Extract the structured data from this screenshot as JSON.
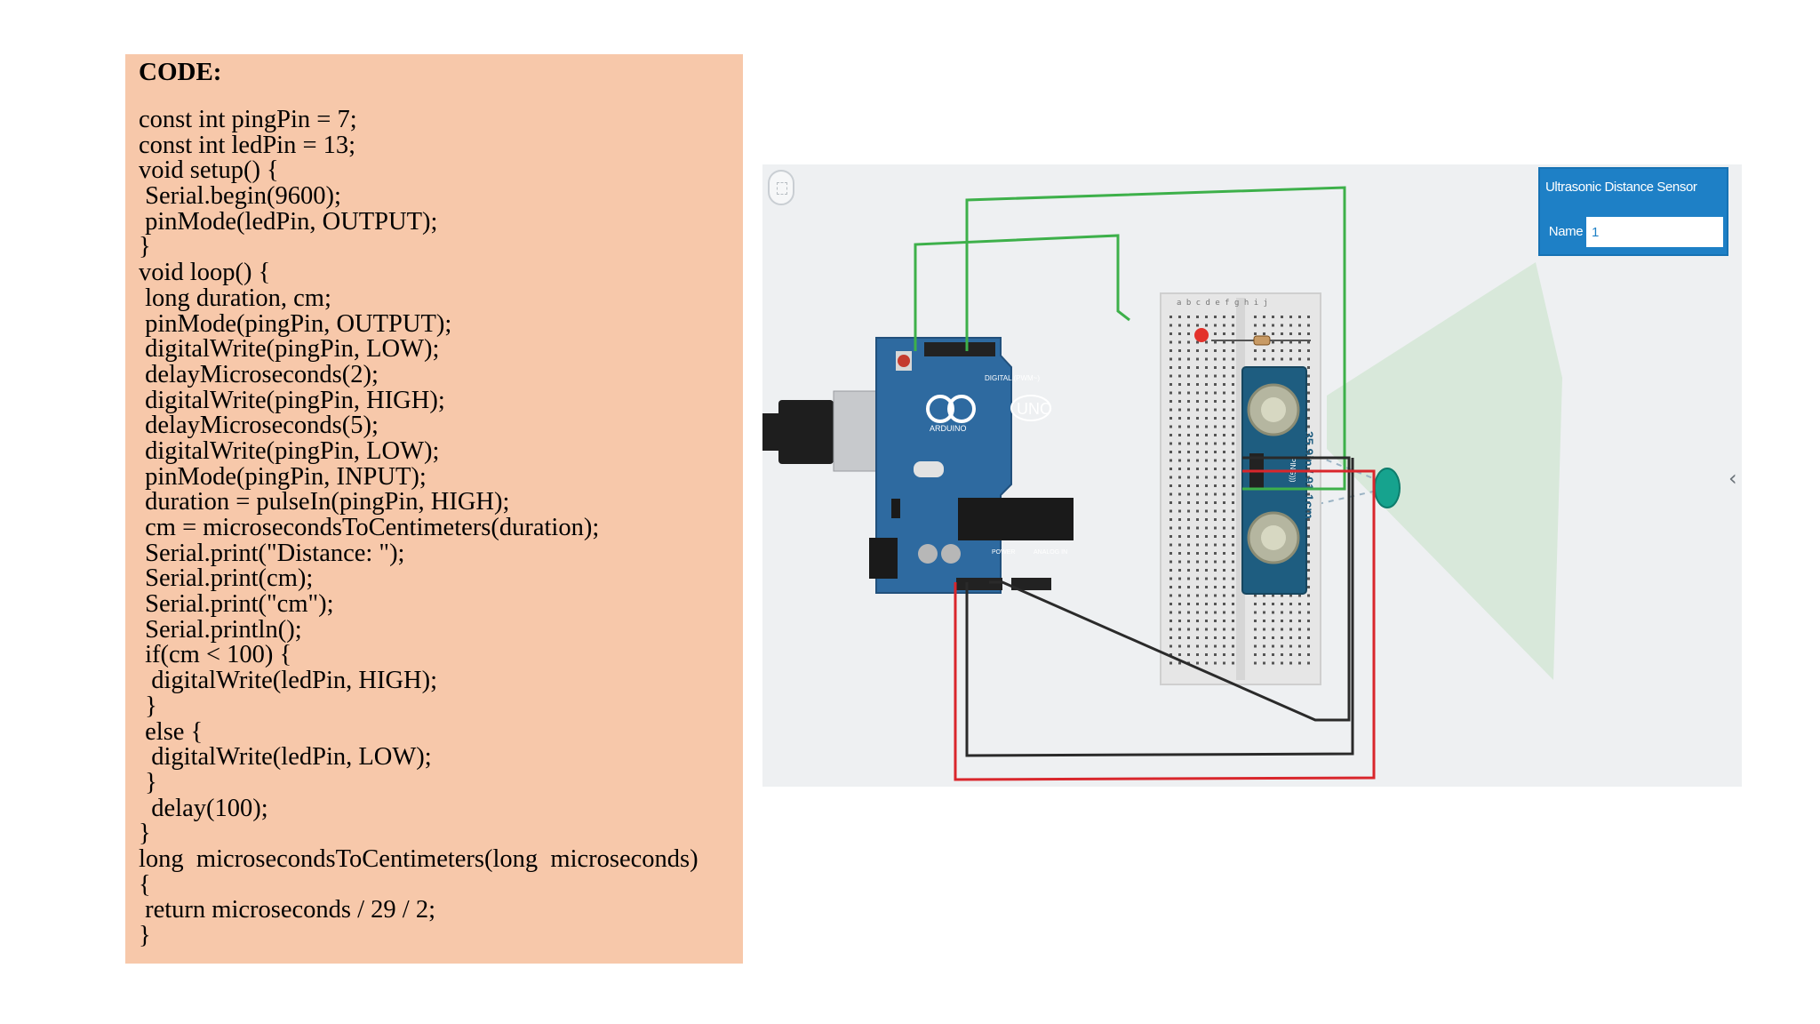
{
  "code": {
    "title": "CODE:",
    "lines": [
      "const int pingPin = 7;",
      "const int ledPin = 13;",
      "void setup() {",
      " Serial.begin(9600);",
      " pinMode(ledPin, OUTPUT);",
      "}",
      "void loop() {",
      " long duration, cm;",
      " pinMode(pingPin, OUTPUT);",
      " digitalWrite(pingPin, LOW);",
      " delayMicroseconds(2);",
      " digitalWrite(pingPin, HIGH);",
      " delayMicroseconds(5);",
      " digitalWrite(pingPin, LOW);",
      " pinMode(pingPin, INPUT);",
      " duration = pulseIn(pingPin, HIGH);",
      " cm = microsecondsToCentimeters(duration);",
      " Serial.print(\"Distance: \");",
      " Serial.print(cm);",
      " Serial.print(\"cm\");",
      " Serial.println();",
      " if(cm < 100) {",
      "  digitalWrite(ledPin, HIGH);",
      " }",
      " else {",
      "  digitalWrite(ledPin, LOW);",
      " }",
      "  delay(100);",
      "}",
      "long  microsecondsToCentimeters(long  microseconds)",
      "{",
      " return microseconds / 29 / 2;",
      "}"
    ]
  },
  "simulator": {
    "inspector": {
      "title": "Ultrasonic Distance Sensor",
      "name_label": "Name",
      "name_value": "1"
    },
    "arduino": {
      "logo_text": "UNO",
      "brand_text": "ARDUINO",
      "digital_label": "DIGITAL (PWM~)",
      "power_label": "POWER",
      "analog_label": "ANALOG IN"
    },
    "sensor": {
      "reading": "35.9in / 91.1cm",
      "model_label": "PING)))"
    },
    "breadboard": {
      "columns_top": "a b c d e   f g h i j"
    },
    "colors": {
      "wire_green": "#3db04a",
      "wire_red": "#d9262c",
      "wire_black": "#2a2a2a",
      "board_blue": "#2e6aa0",
      "sensor_blue": "#1e5d80",
      "field_green": "#d8e8da",
      "target_teal": "#16a38e",
      "inspector_blue": "#1e80c6"
    },
    "icons": {
      "fit": "zoom-fit-icon",
      "collapse": "chevron-left-icon"
    }
  }
}
